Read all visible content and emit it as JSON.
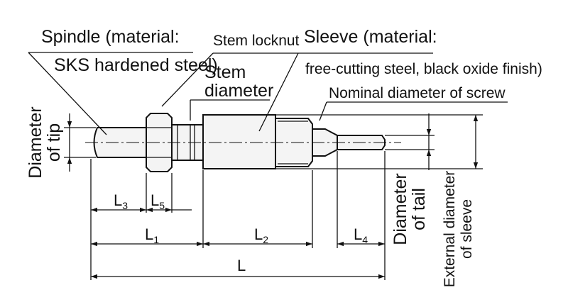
{
  "labels": {
    "spindle_line1": "Spindle (material:",
    "spindle_line2": "SKS hardened steel)",
    "stem_locknut": "Stem locknut",
    "sleeve_line1": "Sleeve (material:",
    "sleeve_line2": "free-cutting steel, black oxide finish)",
    "stem_diameter_line1": "Stem",
    "stem_diameter_line2": "diameter",
    "nominal_diameter": "Nominal diameter of screw",
    "diameter_of_tip_line1": "Diameter",
    "diameter_of_tip_line2": "of tip",
    "diameter_of_tail_line1": "Diameter",
    "diameter_of_tail_line2": "of tail",
    "external_diameter_line1": "External diameter",
    "external_diameter_line2": "of sleeve"
  },
  "dimensions": {
    "L3": {
      "main": "L",
      "sub": "3"
    },
    "L5": {
      "main": "L",
      "sub": "5"
    },
    "L1": {
      "main": "L",
      "sub": "1"
    },
    "L2": {
      "main": "L",
      "sub": "2"
    },
    "L4": {
      "main": "L",
      "sub": "4"
    },
    "L": {
      "main": "L"
    }
  }
}
